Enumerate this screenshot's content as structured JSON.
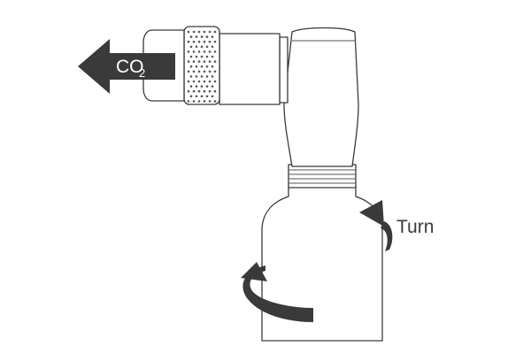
{
  "labels": {
    "co2_main": "CO",
    "co2_sub": "2",
    "turn": "Turn"
  },
  "colors": {
    "stroke": "#3a3a3a",
    "arrow_fill": "#3a3a3a",
    "background": "#ffffff"
  },
  "icons": {
    "flow_arrow": "left-arrow-icon",
    "rotation_arrows": "rotate-arrow-icon"
  }
}
